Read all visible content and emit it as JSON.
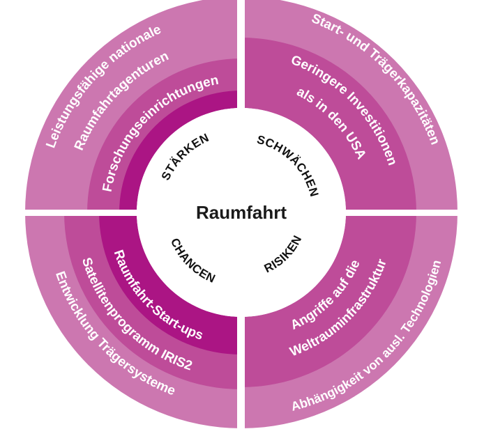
{
  "center": {
    "title": "Raumfahrt"
  },
  "quadrants": {
    "staerken": {
      "label": "STÄRKEN",
      "items": [
        "Leistungsfähige nationale",
        "Raumfahrtagenturen",
        "Forschungseinrichtungen"
      ]
    },
    "schwaechen": {
      "label": "SCHWÄCHEN",
      "items": [
        "Start- und Trägerkapazitäten",
        "Geringere Investitionen",
        "als in den USA"
      ]
    },
    "chancen": {
      "label": "CHANCEN",
      "items": [
        "Entwicklung Trägersysteme",
        "Satellitenprogramm IRIS2",
        "Raumfahrt-Start-ups"
      ]
    },
    "risiken": {
      "label": "RISIKEN",
      "items": [
        "Abhängigkeit von ausl. Technologien",
        "Angriffe auf die",
        "Weltrauminfrastruktur"
      ]
    }
  },
  "colors": {
    "outer": "#cc77b0",
    "middle": "#be4c99",
    "inner": "#ab1584",
    "divider": "#ffffff"
  }
}
